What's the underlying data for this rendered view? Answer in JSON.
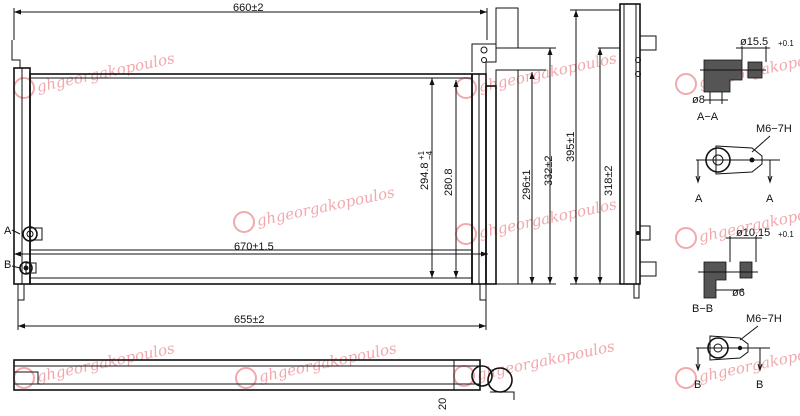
{
  "front_view": {
    "width_top": "660±2",
    "width_mid": "670±1.5",
    "width_bottom": "655±2",
    "core_height_a": "294.8",
    "core_height_a_tol_upper": "+1",
    "core_height_a_tol_lower": "−4",
    "core_height_b": "280.8",
    "height_296": "296±1",
    "height_332": "332±2"
  },
  "side_view": {
    "height_395": "395±1",
    "height_318": "318±2"
  },
  "bottom_view": {
    "thickness": "20"
  },
  "markers": {
    "a": "A",
    "b": "B"
  },
  "detail_a": {
    "section_label": "A−A",
    "diameter_outer": "ø15.5",
    "diameter_outer_tol": "+0.1",
    "diameter_inner": "ø8",
    "thread": "M6−7H",
    "arrow_left": "A",
    "arrow_right": "A"
  },
  "detail_b": {
    "section_label": "B−B",
    "diameter_outer": "ø10.15",
    "diameter_outer_tol": "+0.1",
    "diameter_inner": "ø6",
    "thread": "M6−7H",
    "arrow_left": "B",
    "arrow_right": "B"
  },
  "watermark": {
    "text": "ghgeorgakopoulos"
  }
}
